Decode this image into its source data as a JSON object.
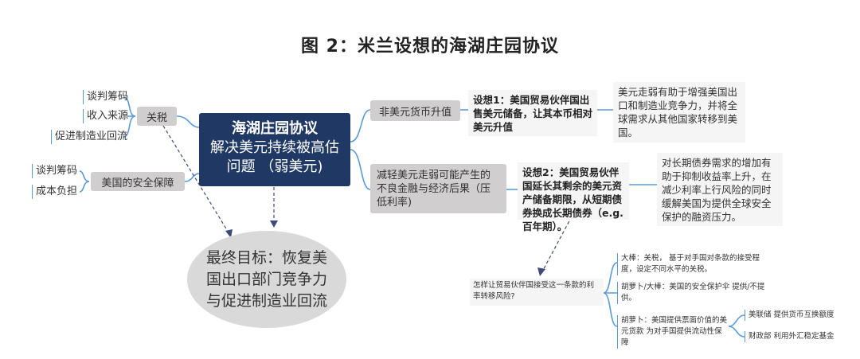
{
  "title": "图 2：米兰设想的海湖庄园协议",
  "center": {
    "line1": "海湖庄园协议",
    "line2": "解决美元持续被高估问题 （弱美元)"
  },
  "left": {
    "tariff": {
      "label": "关税",
      "items": [
        "谈判筹码",
        "收入来源",
        "促进制造业回流"
      ]
    },
    "security": {
      "label": "美国的安全保障",
      "items": [
        "谈判筹码",
        "成本负担"
      ]
    }
  },
  "right": {
    "branch1": {
      "label": "非美元货币升值",
      "hypothesis": "设想1：美国贸易伙伴国出售美元储备，让其本币相对美元升值",
      "description": "美元走弱有助于增强美国出口和制造业竞争力，并将全球需求从其他国家转移到美国。"
    },
    "branch2": {
      "label": "减轻美元走弱可能产生的不良金融与经济后果（压低利率)",
      "hypothesis": "设想2：美国贸易伙伴国延长其剩余的美元资产储备期限，从短期债券换成长期债券（e.g. 百年期）。",
      "description": "对长期债券需求的增加有助于抑制收益率上升，在减少利率上行风险的同时缓解美国为提供全球安全保护的融资压力。"
    }
  },
  "goal": "最终目标：恢复美国出口部门竞争力与促进制造业回流",
  "question": "怎样让贸易伙伴国接受这一条款的利率转移风险?",
  "options": [
    "大棒：关税， 基于对手国对条款的接受程度，设定不同水平的关税。",
    "胡萝卜/大棒：美国的安全保护伞 提供/不提供。",
    "胡萝卜：美国提供票面价值的美元货款 为对手国提供流动性保障"
  ],
  "sub_options": [
    "美联储 提供货币互换额度",
    "财政部 利用外汇稳定基金"
  ]
}
